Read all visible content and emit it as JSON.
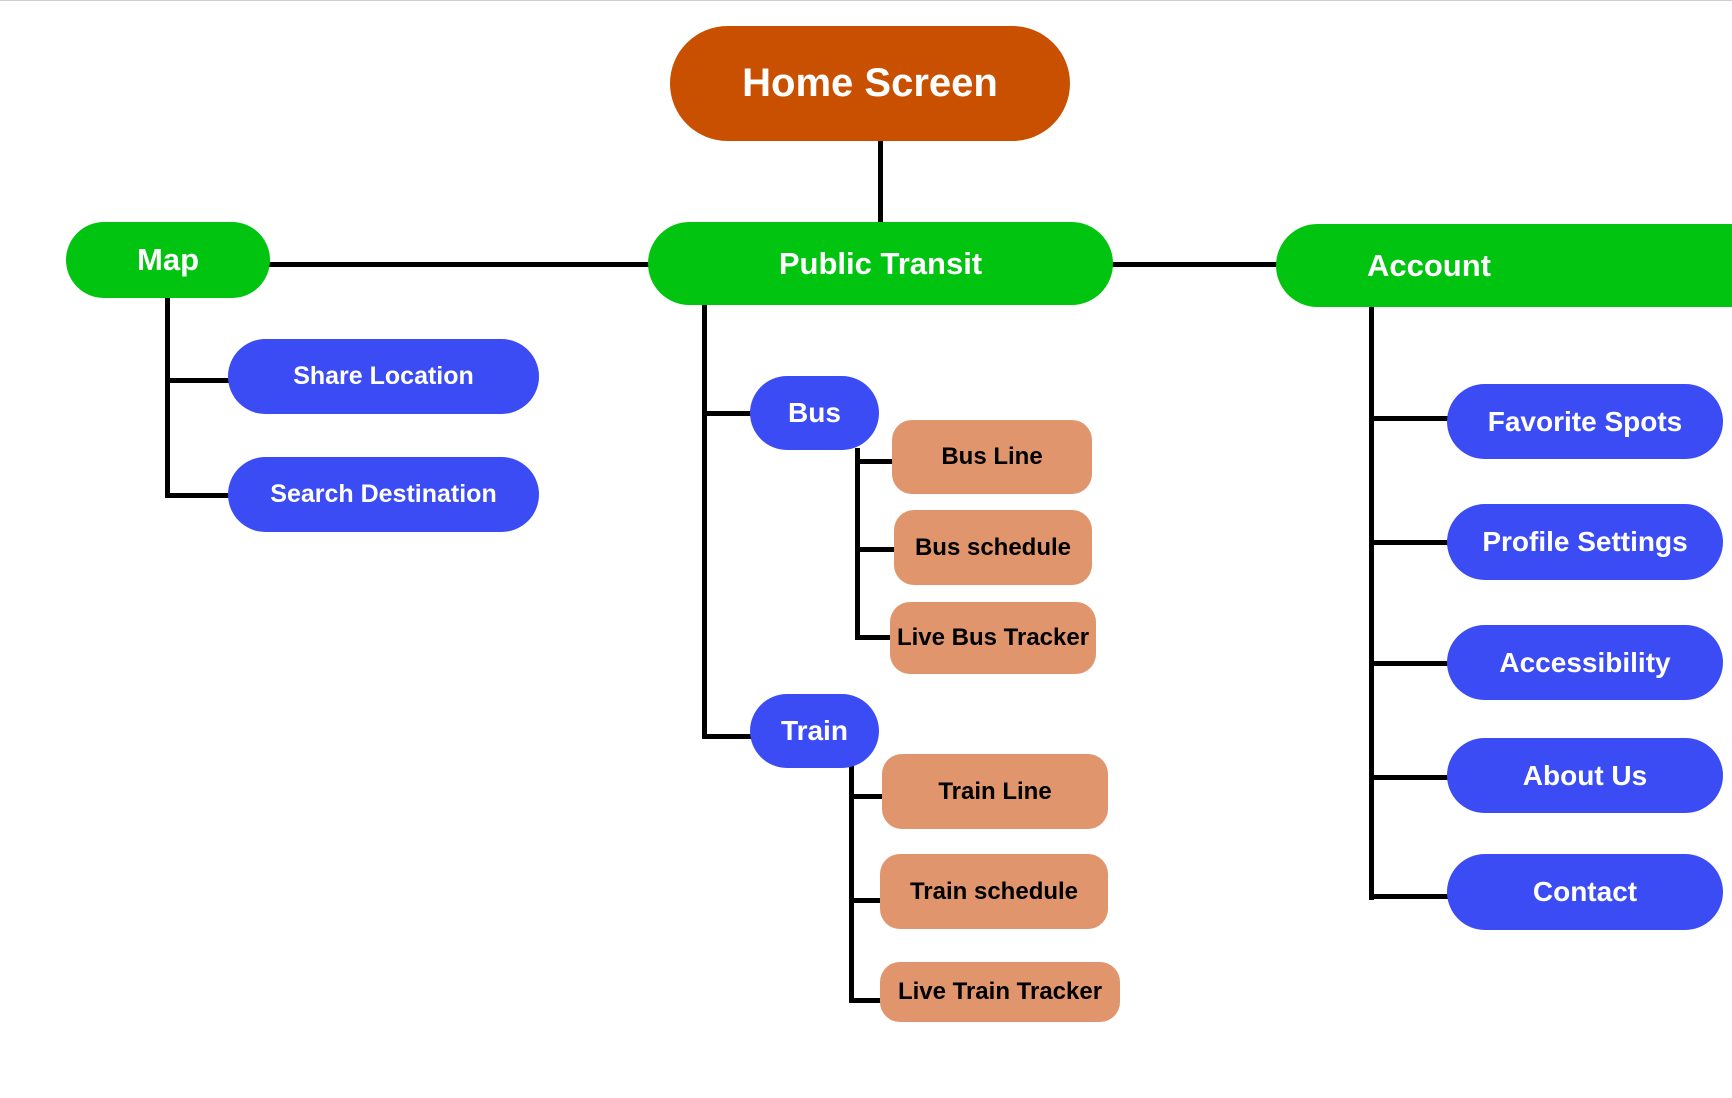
{
  "colors": {
    "root": "#c85000",
    "section": "#00c40f",
    "item": "#3c4cf5",
    "leaf": "#e0956c",
    "line": "#000000"
  },
  "home": {
    "label": "Home Screen"
  },
  "sections": {
    "map": {
      "label": "Map",
      "items": [
        "Share Location",
        "Search Destination"
      ]
    },
    "public_transit": {
      "label": "Public Transit",
      "groups": {
        "bus": {
          "label": "Bus",
          "items": [
            "Bus Line",
            "Bus schedule",
            "Live Bus Tracker"
          ]
        },
        "train": {
          "label": "Train",
          "items": [
            "Train Line",
            "Train schedule",
            "Live Train Tracker"
          ]
        }
      }
    },
    "account": {
      "label": "Account",
      "items": [
        "Favorite Spots",
        "Profile Settings",
        "Accessibility",
        "About Us",
        "Contact"
      ]
    }
  }
}
